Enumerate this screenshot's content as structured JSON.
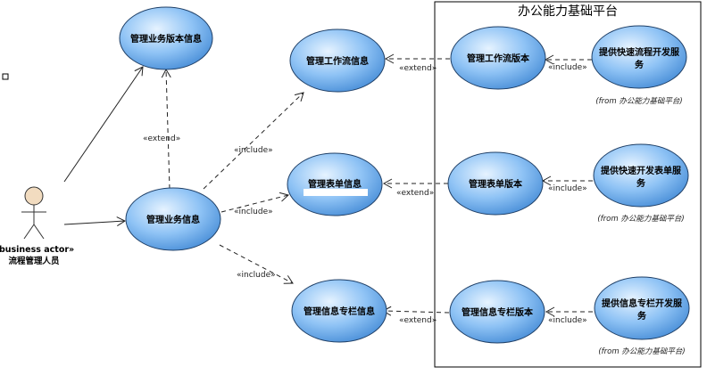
{
  "boundary": {
    "title": "办公能力基础平台"
  },
  "actor": {
    "stereotype": "«business actor»",
    "name": "流程管理人员"
  },
  "usecases": {
    "biz_version": "管理业务版本信息",
    "biz_info": "管理业务信息",
    "workflow_info": "管理工作流信息",
    "form_info": "管理表单信息",
    "column_info": "管理信息专栏信息",
    "workflow_version": "管理工作流版本",
    "form_version": "管理表单版本",
    "column_version": "管理信息专栏版本",
    "quick_workflow": [
      "提供快速流程开发服",
      "务"
    ],
    "quick_form": [
      "提供快速开发表单服",
      "务"
    ],
    "column_dev": [
      "提供信息专栏开发服",
      "务"
    ]
  },
  "labels": {
    "extend": "«extend»",
    "include": "«include»",
    "from_platform": "(from 办公能力基础平台)"
  },
  "colors": {
    "ellipse_fill": "#8fc3f5",
    "ellipse_stroke": "#1f3f66",
    "actor_head": "#f2dcc0"
  }
}
